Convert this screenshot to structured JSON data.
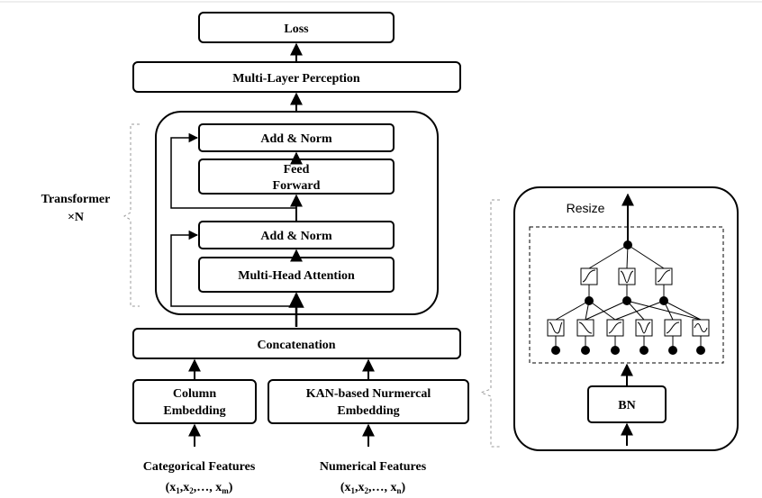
{
  "diagram": {
    "loss": "Loss",
    "mlp": "Multi-Layer Perception",
    "add_norm_top": "Add & Norm",
    "ffn_line1": "Feed",
    "ffn_line2": "Forward",
    "add_norm_bottom": "Add & Norm",
    "mha": "Multi-Head Attention",
    "transformer_line1": "Transformer",
    "transformer_line2": "×N",
    "concat": "Concatenation",
    "col_emb_line1": "Column",
    "col_emb_line2": "Embedding",
    "kan_emb_line1": "KAN-based Nurmercal",
    "kan_emb_line2": "Embedding",
    "cat_features": "Categorical Features",
    "num_features": "Numerical Features",
    "kan_panel": {
      "resize": "Resize",
      "bn": "BN"
    }
  }
}
